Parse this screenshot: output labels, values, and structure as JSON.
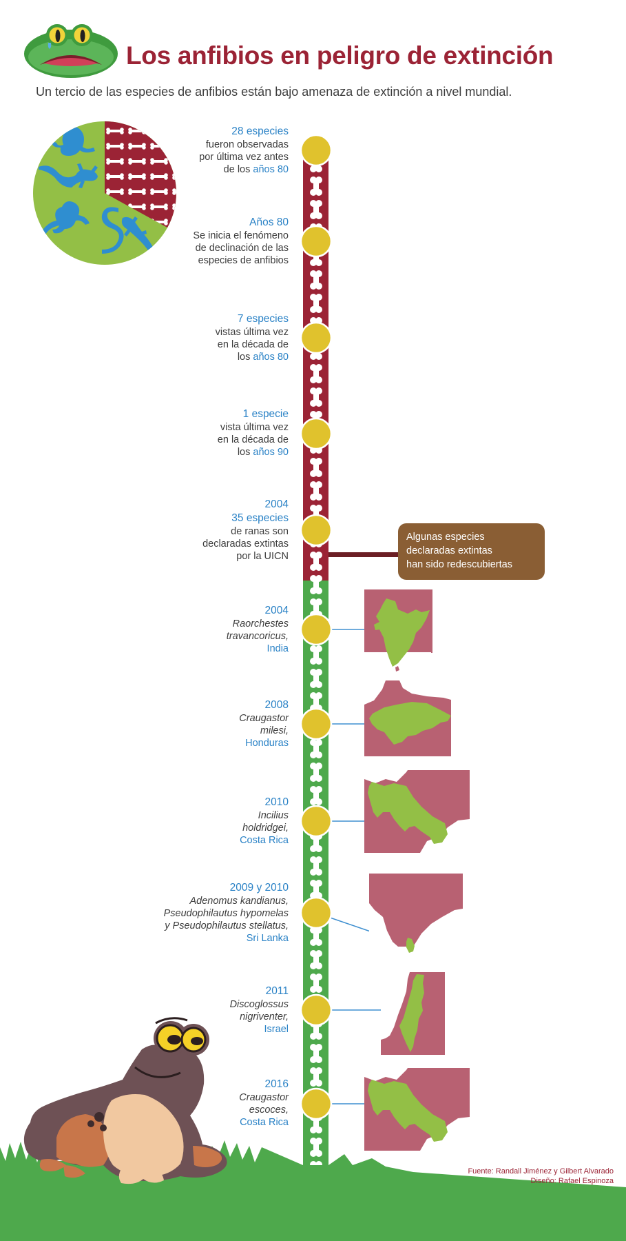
{
  "header": {
    "title": "Los anfibios en peligro de extinción",
    "subtitle": "Un tercio de las especies de anfibios están bajo amenaza de extinción a nivel mundial."
  },
  "colors": {
    "title_red": "#9b2335",
    "blue": "#2a82c6",
    "yellow": "#e0c22d",
    "timeline_red": "#9b2335",
    "timeline_green": "#4ea94c",
    "callout_brown": "#8a5e34",
    "map_pink": "#b86172",
    "map_green": "#93bf46"
  },
  "pie": {
    "extinct_fraction": 0.33
  },
  "extinct_events": [
    {
      "head": "28 especies",
      "lines": [
        "fueron observadas",
        "por última vez antes"
      ],
      "last_pre": "de los ",
      "last_blue": "años 80"
    },
    {
      "head": "Años 80",
      "lines": [
        "Se inicia el fenómeno",
        "de declinación de las",
        "especies de anfibios"
      ],
      "last_pre": "",
      "last_blue": ""
    },
    {
      "head": "7 especies",
      "lines": [
        "vistas última vez",
        "en la década de"
      ],
      "last_pre": "los ",
      "last_blue": "años 80"
    },
    {
      "head": "1 especie",
      "lines": [
        "vista última vez",
        "en la década de"
      ],
      "last_pre": "los ",
      "last_blue": "años 90"
    },
    {
      "head": "2004",
      "head2": "35 especies",
      "lines": [
        "de ranas son",
        "declaradas extintas",
        "por la UICN"
      ],
      "last_pre": "",
      "last_blue": ""
    }
  ],
  "callout": {
    "lines": [
      "Algunas especies",
      "declaradas extintas",
      "han sido redescubiertas"
    ]
  },
  "rediscovered": [
    {
      "year": "2004",
      "species": [
        "Raorchestes",
        "travancoricus,"
      ],
      "country": "India",
      "map": "india-map"
    },
    {
      "year": "2008",
      "species": [
        "Craugastor",
        "milesi,"
      ],
      "country": "Honduras",
      "map": "honduras-map"
    },
    {
      "year": "2010",
      "species": [
        "Incilius",
        "holdridgei,"
      ],
      "country": "Costa Rica",
      "map": "costa-rica-map"
    },
    {
      "year": "2009 y 2010",
      "species": [
        "Adenomus kandianus,",
        "Pseudophilautus hypomelas",
        "y Pseudophilautus stellatus,"
      ],
      "country": "Sri Lanka",
      "map": "sri-lanka-map"
    },
    {
      "year": "2011",
      "species": [
        "Discoglossus",
        "nigriventer,"
      ],
      "country": "Israel",
      "map": "israel-map"
    },
    {
      "year": "2016",
      "species": [
        "Craugastor",
        "escoces,"
      ],
      "country": "Costa Rica",
      "map": "costa-rica-map"
    }
  ],
  "credits": {
    "source": "Fuente: Randall Jiménez y Gilbert Alvarado",
    "design": "Diseño: Rafael Espinoza"
  }
}
